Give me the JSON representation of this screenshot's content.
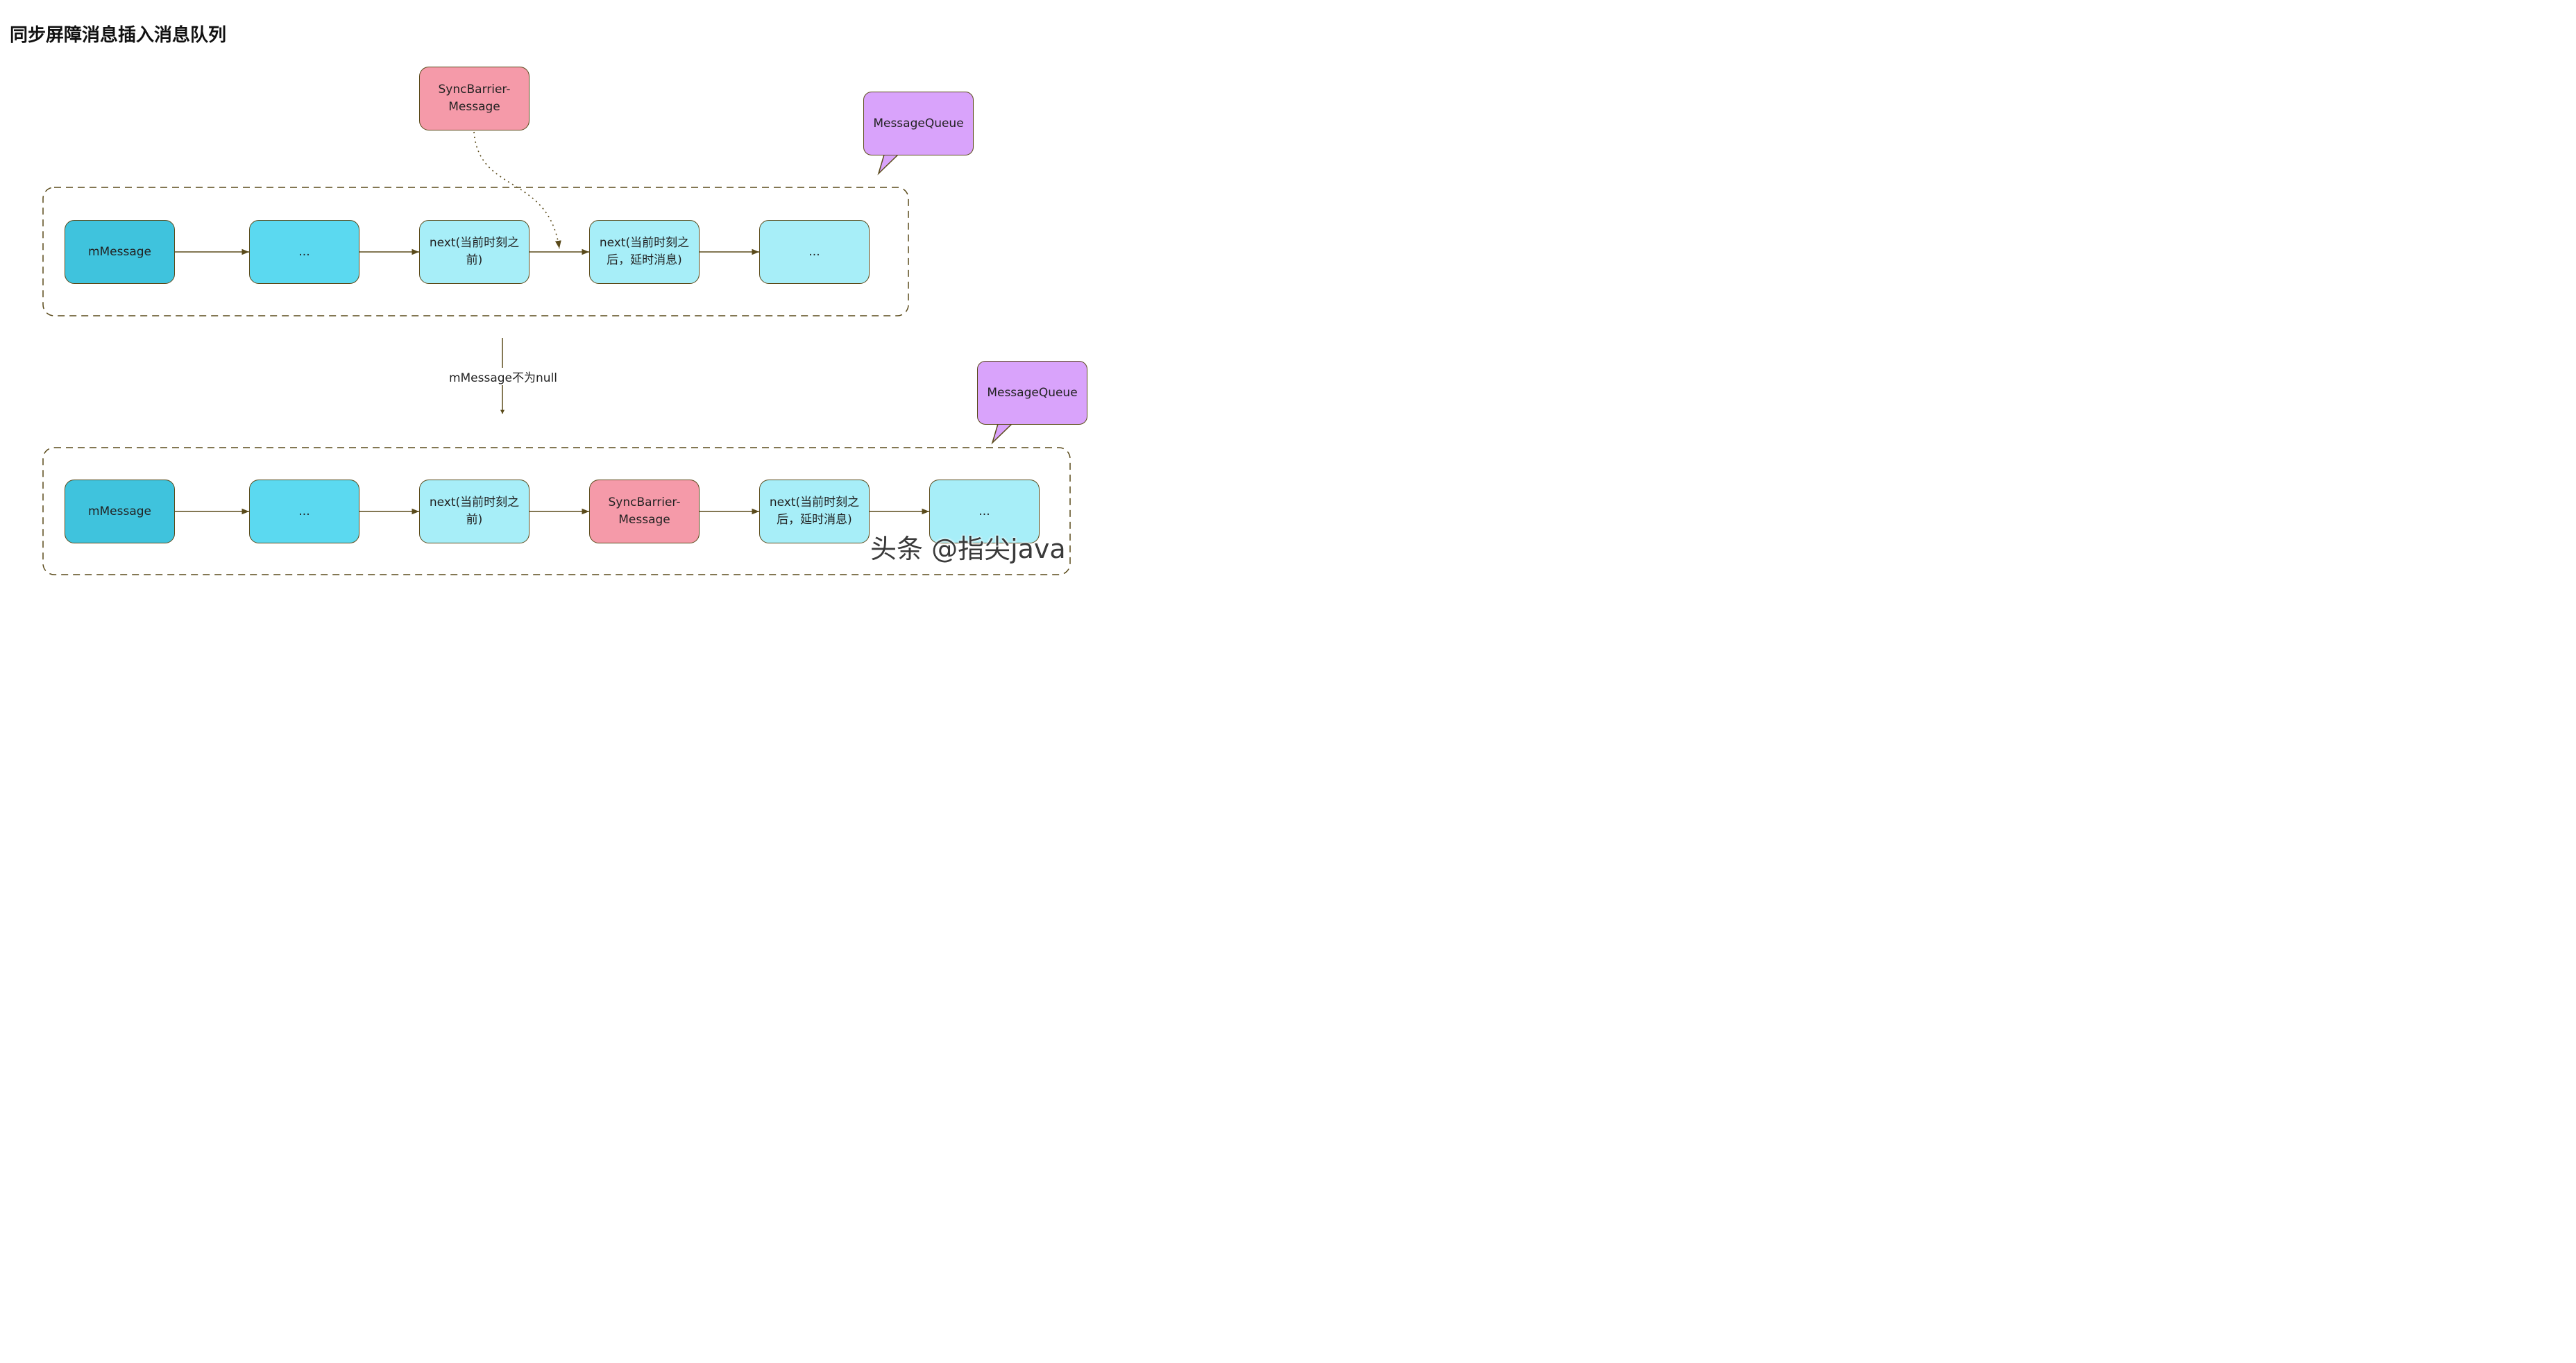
{
  "title": "同步屏障消息插入消息队列",
  "top_queue": {
    "callout_label": "MessageQueue",
    "barrier_label": "SyncBarrier-Message",
    "nodes": [
      "mMessage",
      "...",
      "next(当前时刻之前)",
      "next(当前时刻之后，延时消息)",
      "..."
    ]
  },
  "transition_label": "mMessage不为null",
  "bottom_queue": {
    "callout_label": "MessageQueue",
    "nodes": [
      "mMessage",
      "...",
      "next(当前时刻之前)",
      "SyncBarrier-Message",
      "next(当前时刻之后，延时消息)",
      "..."
    ]
  },
  "watermark": "头条 @指尖java",
  "colors": {
    "head": "#3fc3dd",
    "mid": "#5bd9f0",
    "light": "#a7eef8",
    "barrier": "#f59aa9",
    "callout": "#d9a3fb",
    "stroke": "#5a4a1a"
  }
}
